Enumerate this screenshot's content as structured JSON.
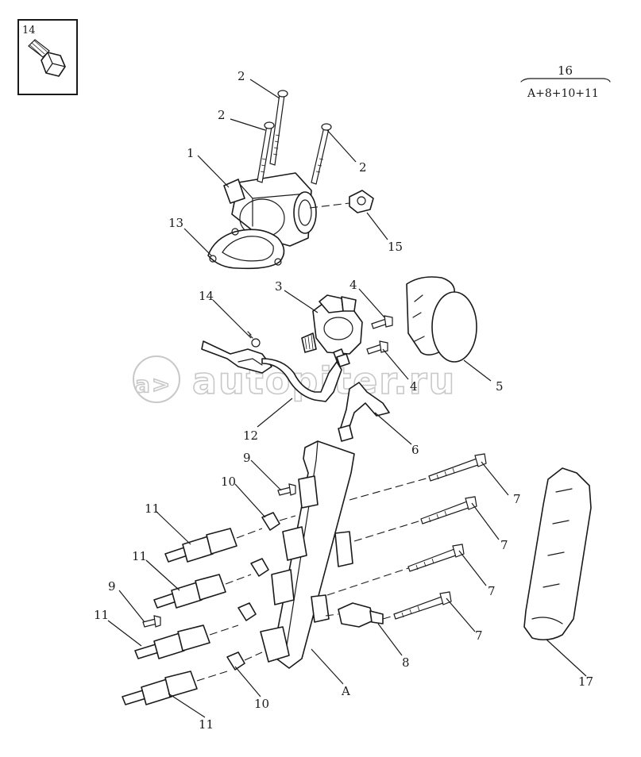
{
  "inset": {
    "label": "14"
  },
  "kit": {
    "number": "16",
    "contents": "A+8+10+11"
  },
  "watermark": {
    "text": "autopiter.ru"
  },
  "callouts": [
    {
      "id": "c-2a",
      "text": "2"
    },
    {
      "id": "c-2b",
      "text": "2"
    },
    {
      "id": "c-2c",
      "text": "2"
    },
    {
      "id": "c-1",
      "text": "1"
    },
    {
      "id": "c-13",
      "text": "13"
    },
    {
      "id": "c-15",
      "text": "15"
    },
    {
      "id": "c-3",
      "text": "3"
    },
    {
      "id": "c-4a",
      "text": "4"
    },
    {
      "id": "c-4b",
      "text": "4"
    },
    {
      "id": "c-5",
      "text": "5"
    },
    {
      "id": "c-14",
      "text": "14"
    },
    {
      "id": "c-12",
      "text": "12"
    },
    {
      "id": "c-6",
      "text": "6"
    },
    {
      "id": "c-9a",
      "text": "9"
    },
    {
      "id": "c-9b",
      "text": "9"
    },
    {
      "id": "c-10a",
      "text": "10"
    },
    {
      "id": "c-10b",
      "text": "10"
    },
    {
      "id": "c-11a",
      "text": "11"
    },
    {
      "id": "c-11b",
      "text": "11"
    },
    {
      "id": "c-11c",
      "text": "11"
    },
    {
      "id": "c-11d",
      "text": "11"
    },
    {
      "id": "c-7a",
      "text": "7"
    },
    {
      "id": "c-7b",
      "text": "7"
    },
    {
      "id": "c-7c",
      "text": "7"
    },
    {
      "id": "c-7d",
      "text": "7"
    },
    {
      "id": "c-8",
      "text": "8"
    },
    {
      "id": "c-A",
      "text": "A"
    },
    {
      "id": "c-17",
      "text": "17"
    }
  ]
}
